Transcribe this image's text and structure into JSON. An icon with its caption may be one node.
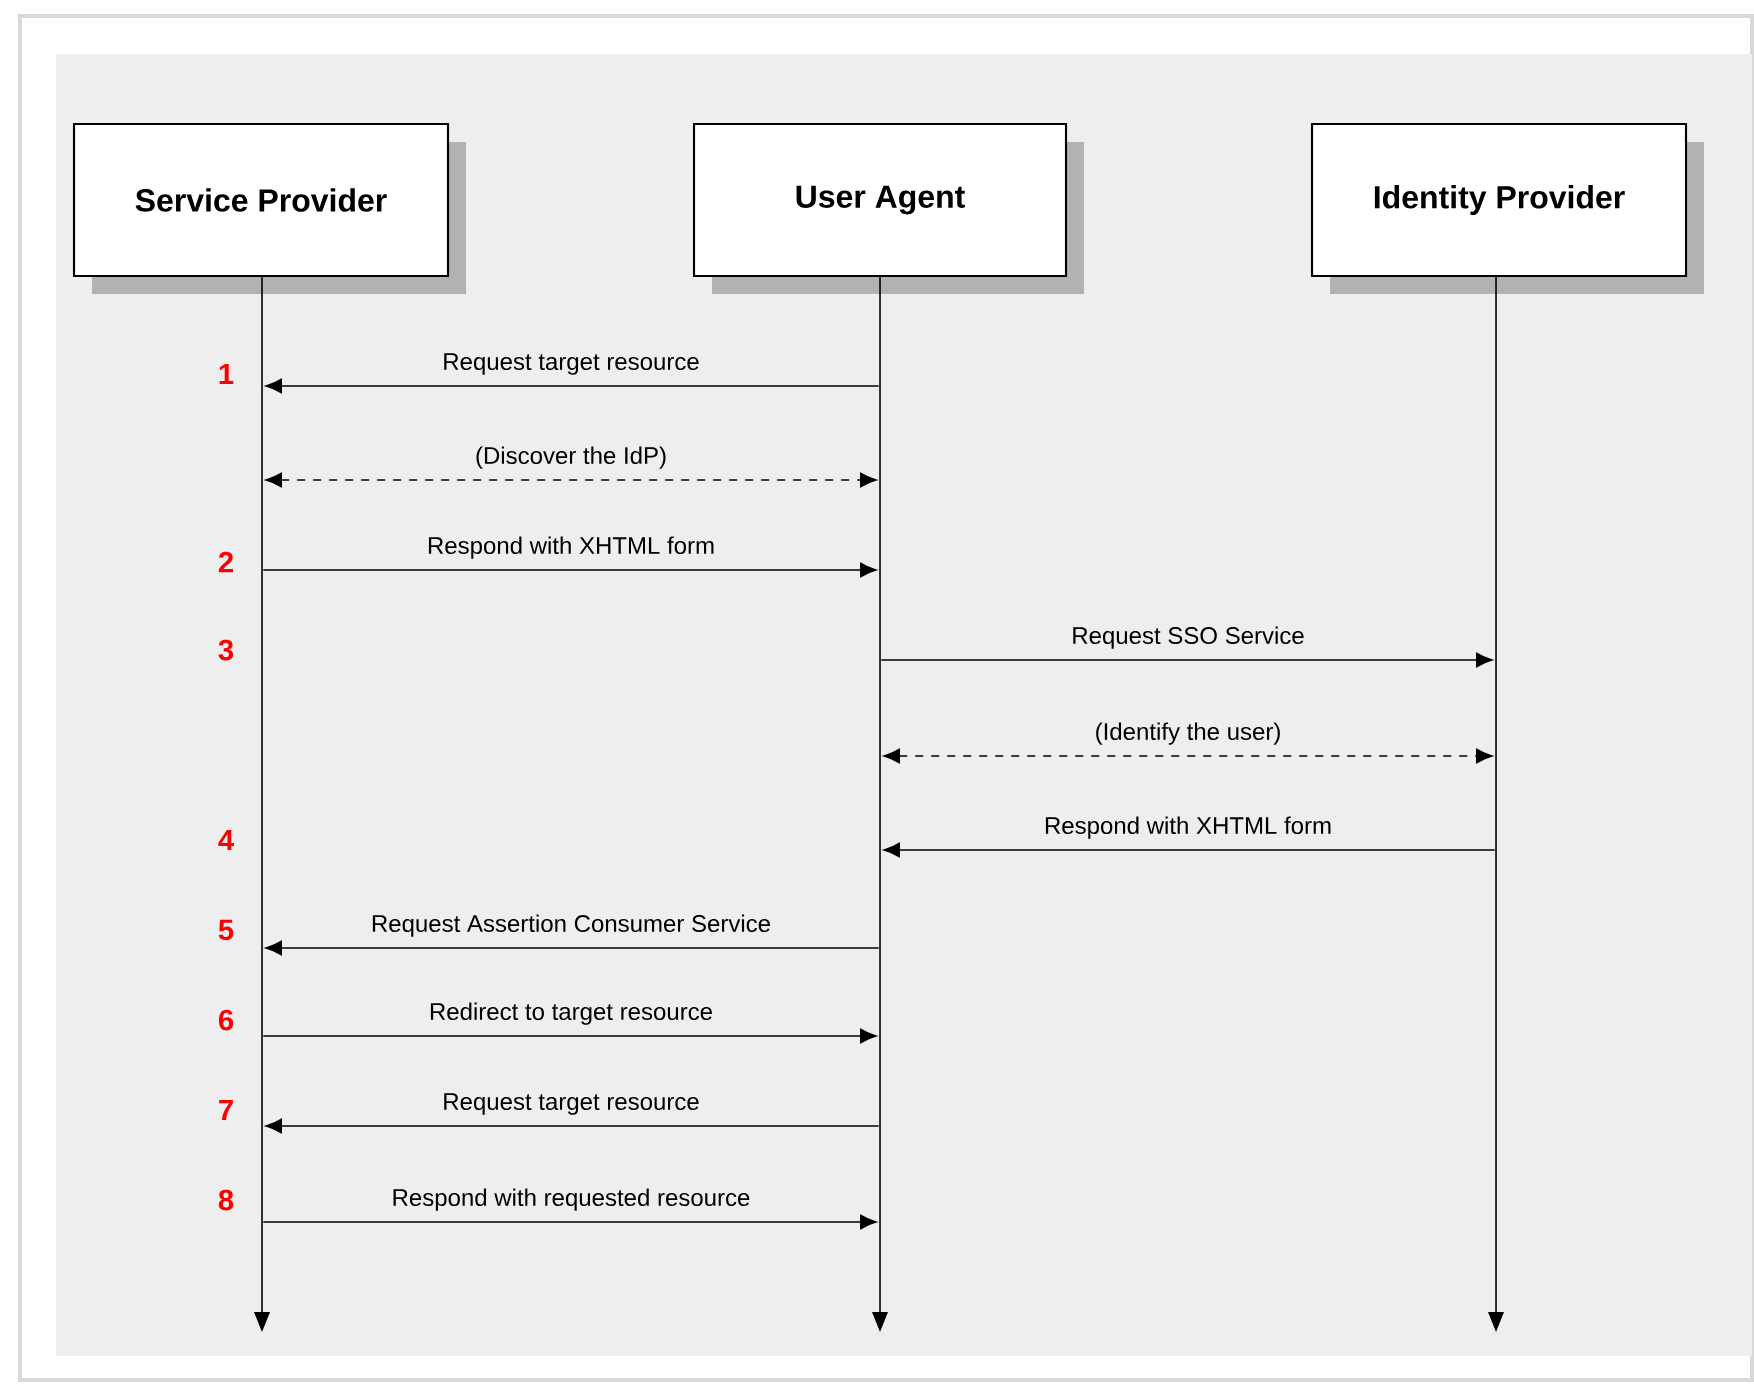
{
  "diagram": {
    "nodes": [
      {
        "text": [
          "Service Provider"
        ]
      },
      {
        "text": [
          "User Agent"
        ]
      },
      {
        "text": [
          "Identity Provider"
        ]
      },
      {
        "text": [],
        "shape": "bar"
      },
      {
        "text": [],
        "shape": "bar"
      },
      {
        "text": [],
        "shape": "bar"
      }
    ],
    "edges": [
      {
        "from": 4,
        "to": 3,
        "arrow": "to",
        "label": "Request target resource"
      },
      {
        "from": 3,
        "to": 4,
        "arrow": "both",
        "label": "(Discover the IdP)",
        "style": "dashed"
      },
      {
        "from": 3,
        "to": 4,
        "arrow": "to",
        "label": "Respond with XHTML form"
      },
      {
        "from": 4,
        "to": 5,
        "arrow": "to",
        "label": "Request SSO Service"
      },
      {
        "from": 4,
        "to": 5,
        "arrow": "both",
        "label": "(Identify the user)",
        "style": "dashed"
      },
      {
        "from": 5,
        "to": 4,
        "arrow": "to",
        "label": "Respond with XHTML form"
      },
      {
        "from": 4,
        "to": 3,
        "arrow": "to",
        "label": "Request Assertion Consumer Service"
      },
      {
        "from": 3,
        "to": 4,
        "arrow": "to",
        "label": "Redirect to target resource"
      },
      {
        "from": 4,
        "to": 3,
        "arrow": "to",
        "label": "Request target resource"
      },
      {
        "from": 3,
        "to": 4,
        "arrow": "to",
        "label": "Respond with requested resource"
      }
    ],
    "labels": [
      "1",
      "2",
      "3",
      "4",
      "5",
      "6",
      "7",
      "8"
    ]
  }
}
